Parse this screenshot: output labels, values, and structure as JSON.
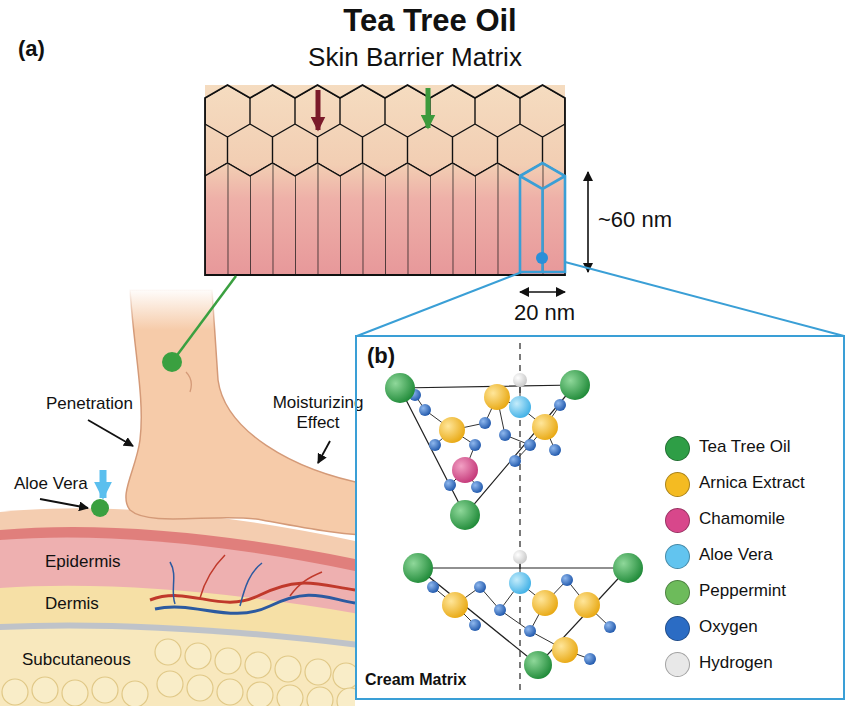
{
  "diagram": {
    "title": "Tea Tree Oil",
    "nodes": [
      {
        "text": [
          "(b)",
          "Cream Matrix"
        ]
      }
    ],
    "labels": [
      "(a)",
      "Skin Barrier Matrix",
      "~60 nm",
      "20 nm",
      "Penetration",
      "Aloe Vera",
      "Moisturizing Effect",
      "Epidermis",
      "Dermis",
      "Subcutaneous"
    ],
    "legend": [
      {
        "text": "Tea Tree Oil",
        "color": "#2e9e46"
      },
      {
        "text": "Arnica Extract",
        "color": "#f4bb22"
      },
      {
        "text": "Chamomile",
        "color": "#d8478b"
      },
      {
        "text": "Aloe Vera",
        "color": "#62c4ef"
      },
      {
        "text": "Peppermint",
        "color": "#6dbb5b"
      },
      {
        "text": "Oxygen",
        "color": "#2b6cc4"
      },
      {
        "text": "Hydrogen",
        "color": "#e8e8e8"
      }
    ]
  }
}
